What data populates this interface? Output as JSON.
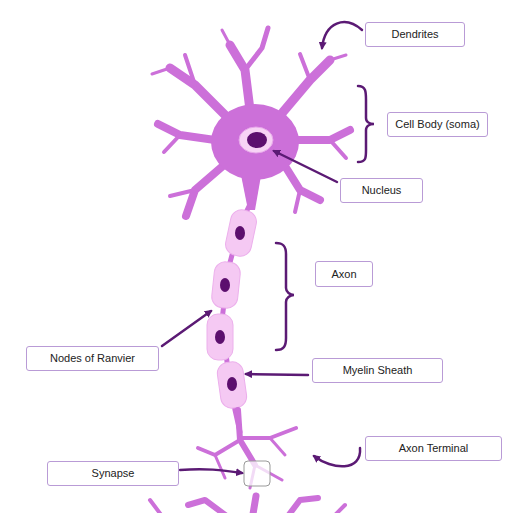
{
  "diagram": {
    "nodes": [
      {
        "text": [
          "Dendrites"
        ]
      },
      {
        "text": [
          "Cell Body (soma)"
        ]
      },
      {
        "text": [
          "Nucleus"
        ]
      },
      {
        "text": [
          "Axon"
        ]
      },
      {
        "text": [
          "Nodes of Ranvier"
        ]
      },
      {
        "text": [
          "Myelin Sheath"
        ]
      },
      {
        "text": [
          "Axon Terminal"
        ]
      },
      {
        "text": [
          "Synapse"
        ]
      }
    ]
  }
}
